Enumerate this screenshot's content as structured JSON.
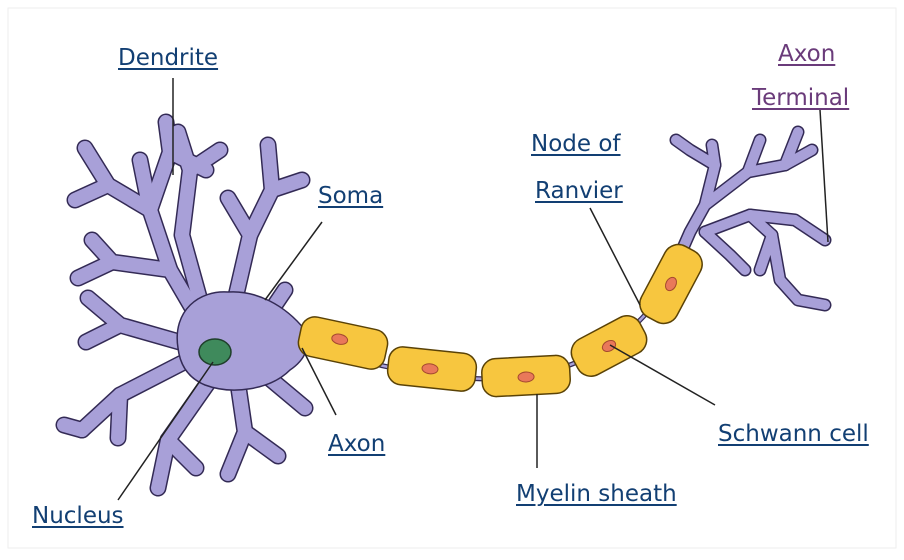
{
  "labels": {
    "dendrite": "Dendrite",
    "soma": "Soma",
    "nucleus": "Nucleus",
    "axon": "Axon",
    "axon_terminal_line1": "Axon",
    "axon_terminal_line2": "Terminal",
    "node_of_ranvier_line1": "Node of",
    "node_of_ranvier_line2": "Ranvier",
    "schwann_cell": "Schwann cell",
    "myelin_sheath": "Myelin sheath"
  },
  "colors": {
    "neuron_body": "#a8a0d8",
    "neuron_outline": "#332a55",
    "myelin_fill": "#f7c63f",
    "myelin_outline": "#5a4206",
    "schwann_nucleus": "#e9785a",
    "nucleus_fill": "#3f8a5c",
    "label_link": "#123f73",
    "label_terminal": "#6a3b7a",
    "leader_line": "#222222"
  }
}
